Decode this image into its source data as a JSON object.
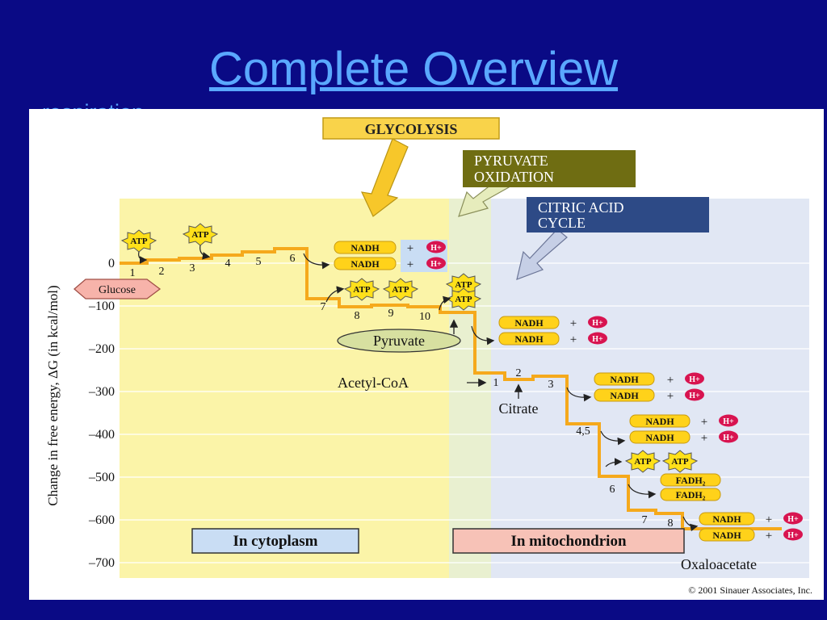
{
  "slide": {
    "title": "Complete Overview",
    "link": "respiration",
    "copyright": "© 2001 Sinauer Associates, Inc."
  },
  "colors": {
    "background": "#0a0a85",
    "title": "#5aa8ff",
    "glycolysis_zone": "#fbf4a8",
    "pyruvate_zone": "#e9f0d0",
    "citric_zone": "#e1e7f4",
    "energy_line": "#f5a91c",
    "atp_burst": "#ffe01a",
    "nadh_pill": "#ffd21a",
    "h_plus": "#d81450",
    "glucose": "#f7b3aa"
  },
  "stage_labels": {
    "glycolysis": "GLYCOLYSIS",
    "pyruvate_line1": "PYRUVATE",
    "pyruvate_line2": "OXIDATION",
    "citric_line1": "CITRIC ACID",
    "citric_line2": "CYCLE"
  },
  "axis": {
    "ylabel": "Change in free energy, ΔG (in kcal/mol)",
    "ticks": [
      "0",
      "–100",
      "–200",
      "–300",
      "–400",
      "–500",
      "–600",
      "–700"
    ]
  },
  "locations": {
    "cytoplasm": "In cytoplasm",
    "mitochondrion": "In mitochondrion"
  },
  "molecules": {
    "glucose": "Glucose",
    "pyruvate": "Pyruvate",
    "acetyl_coa": "Acetyl-CoA",
    "citrate": "Citrate",
    "oxaloacetate": "Oxaloacetate"
  },
  "carriers": {
    "atp": "ATP",
    "nadh": "NADH",
    "fadh2": "FADH₂",
    "h_plus": "H+",
    "plus": "+"
  },
  "step_labels": {
    "g1": "1",
    "g2": "2",
    "g3": "3",
    "g4": "4",
    "g5": "5",
    "g6": "6",
    "g7": "7",
    "g8": "8",
    "g9": "9",
    "g10": "10",
    "c1": "1",
    "c2": "2",
    "c3": "3",
    "c45": "4,5",
    "c6": "6",
    "c7": "7",
    "c8": "8"
  }
}
